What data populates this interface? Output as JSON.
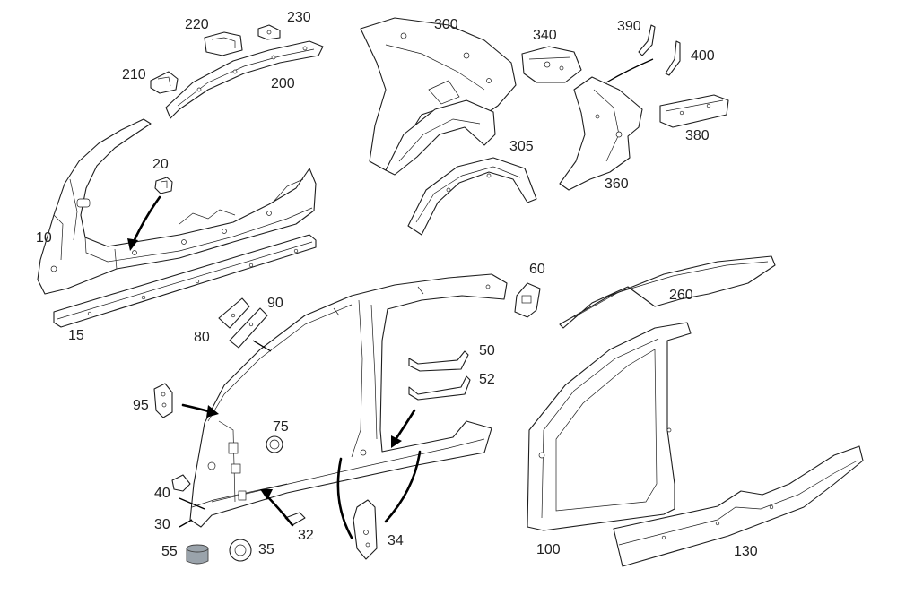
{
  "diagram": {
    "callouts": [
      {
        "id": "c10",
        "text": "10"
      },
      {
        "id": "c15",
        "text": "15"
      },
      {
        "id": "c20",
        "text": "20"
      },
      {
        "id": "c30",
        "text": "30"
      },
      {
        "id": "c32",
        "text": "32"
      },
      {
        "id": "c34",
        "text": "34"
      },
      {
        "id": "c35",
        "text": "35"
      },
      {
        "id": "c40",
        "text": "40"
      },
      {
        "id": "c50",
        "text": "50"
      },
      {
        "id": "c52",
        "text": "52"
      },
      {
        "id": "c55",
        "text": "55"
      },
      {
        "id": "c60",
        "text": "60"
      },
      {
        "id": "c75",
        "text": "75"
      },
      {
        "id": "c80",
        "text": "80"
      },
      {
        "id": "c90",
        "text": "90"
      },
      {
        "id": "c95",
        "text": "95"
      },
      {
        "id": "c100",
        "text": "100"
      },
      {
        "id": "c130",
        "text": "130"
      },
      {
        "id": "c200",
        "text": "200"
      },
      {
        "id": "c210",
        "text": "210"
      },
      {
        "id": "c220",
        "text": "220"
      },
      {
        "id": "c230",
        "text": "230"
      },
      {
        "id": "c260",
        "text": "260"
      },
      {
        "id": "c300",
        "text": "300"
      },
      {
        "id": "c305",
        "text": "305"
      },
      {
        "id": "c340",
        "text": "340"
      },
      {
        "id": "c360",
        "text": "360"
      },
      {
        "id": "c380",
        "text": "380"
      },
      {
        "id": "c390",
        "text": "390"
      },
      {
        "id": "c400",
        "text": "400"
      }
    ]
  }
}
